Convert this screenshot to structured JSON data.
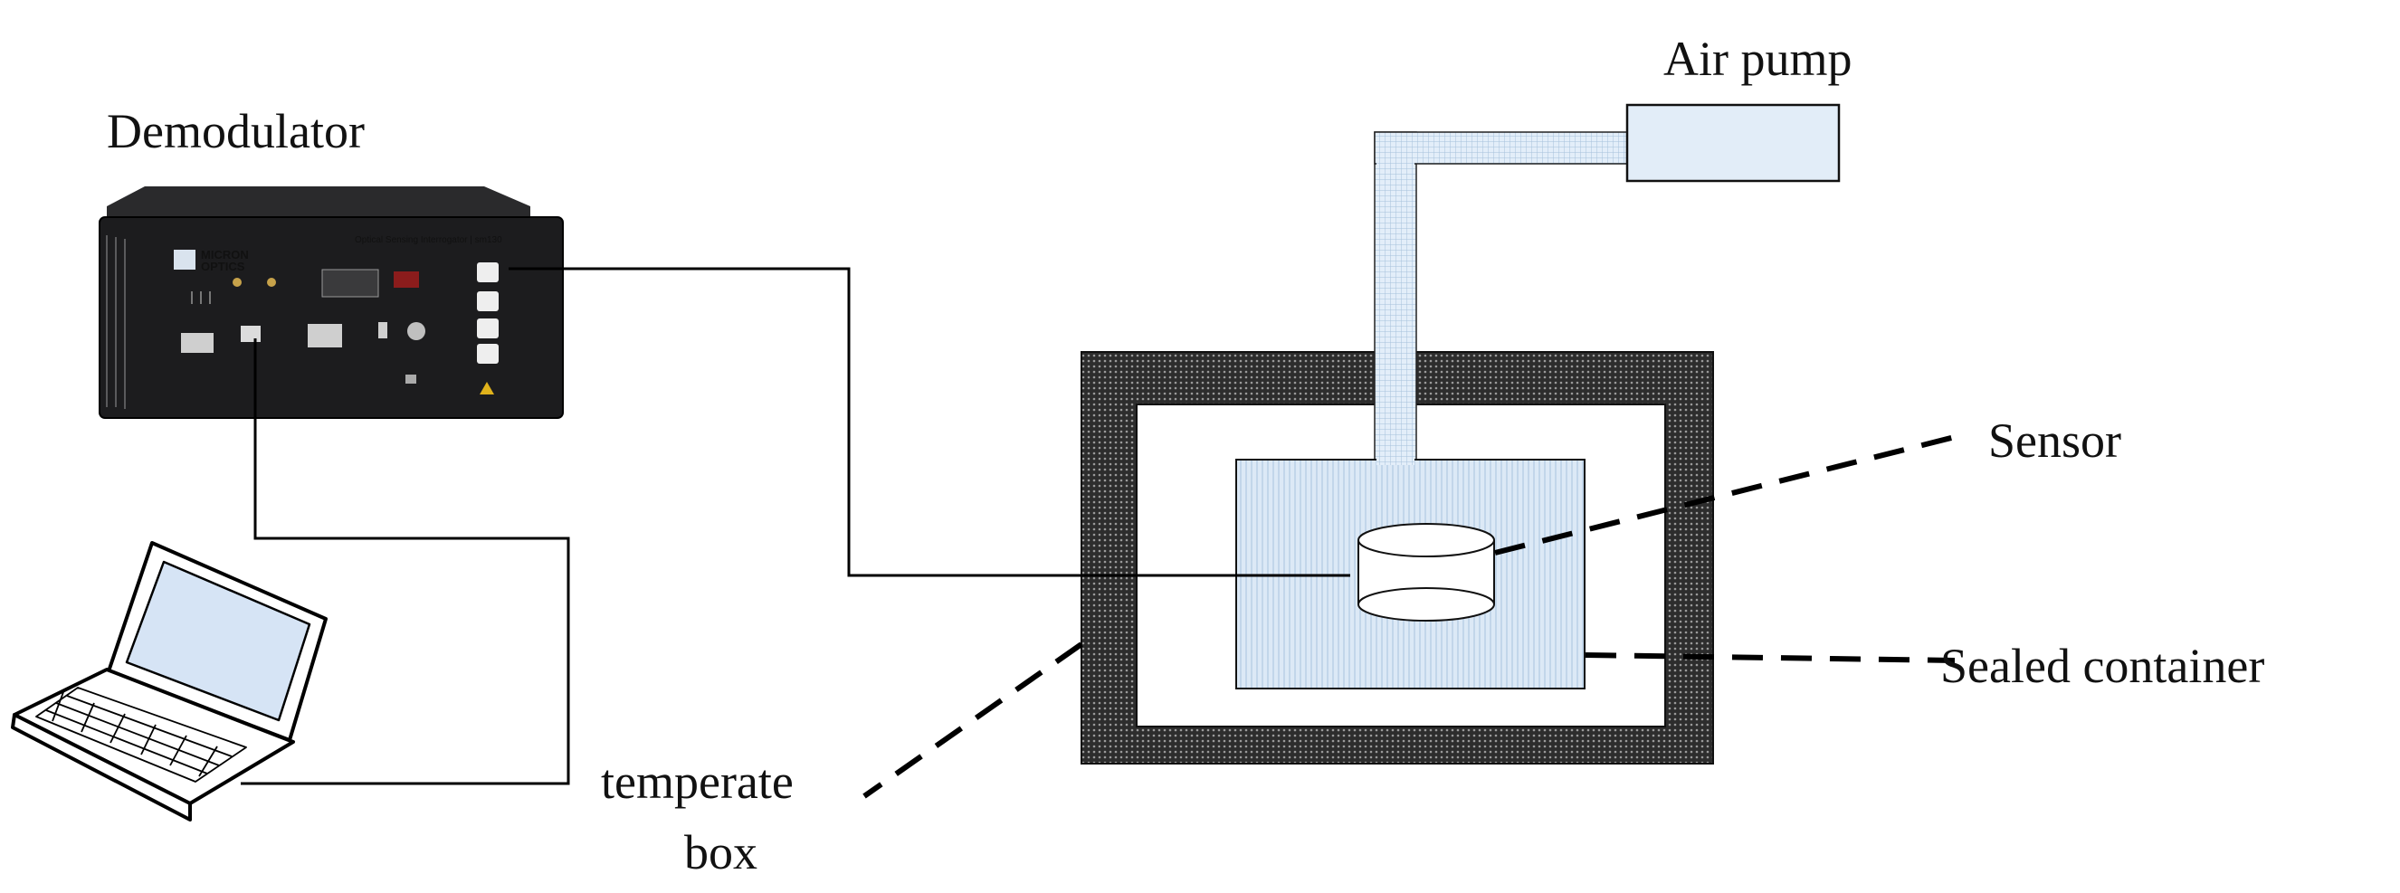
{
  "labels": {
    "demodulator": "Demodulator",
    "air_pump": "Air pump",
    "sensor": "Sensor",
    "sealed_container": "Sealed container",
    "temperate_box_line1": "temperate",
    "temperate_box_line2": "box"
  },
  "device_branding": {
    "logo_text_1": "MICRON",
    "logo_text_2": "OPTICS",
    "model_text": "Optical Sensing Interrogator | sm130"
  },
  "colors": {
    "fill_light_blue": "#dce9f6",
    "pump_fill": "#e2edf8",
    "box_dark": "#3a3a3a",
    "device_body": "#1c1c1e",
    "line": "#000000"
  }
}
